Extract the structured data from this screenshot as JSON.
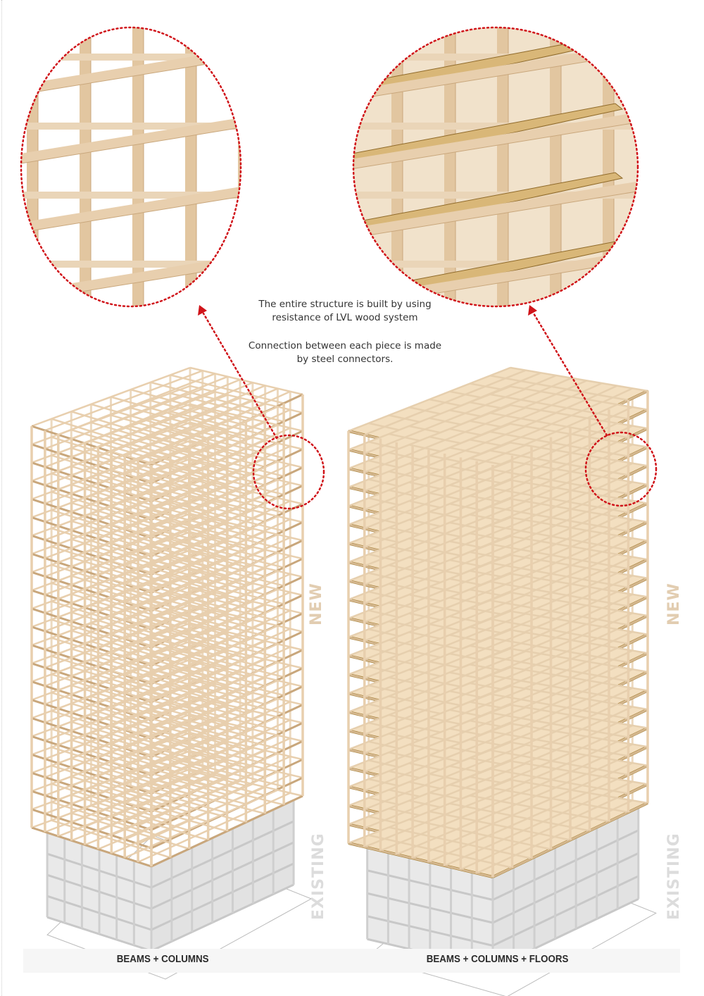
{
  "notes": {
    "line1": "The entire structure is built by using",
    "line2": "resistance of LVL wood system",
    "line3": "Connection between each piece is made",
    "line4": "by steel connectors."
  },
  "labels": {
    "new_left": "NEW",
    "existing_left": "EXISTING",
    "new_right": "NEW",
    "existing_right": "EXISTING"
  },
  "captions": {
    "left": "BEAMS + COLUMNS",
    "right": "BEAMS + COLUMNS + FLOORS"
  },
  "colors": {
    "wood": "#e8cfae",
    "wood_edge": "#c9a77c",
    "floor": "#f3dfc0",
    "floor_edge": "#a8823d",
    "existing": "#d9d9d9",
    "existing_edge": "#bdbdbd",
    "callout": "#d0141a",
    "new_label": "#e2cdb1",
    "existing_label": "#dddddd"
  }
}
